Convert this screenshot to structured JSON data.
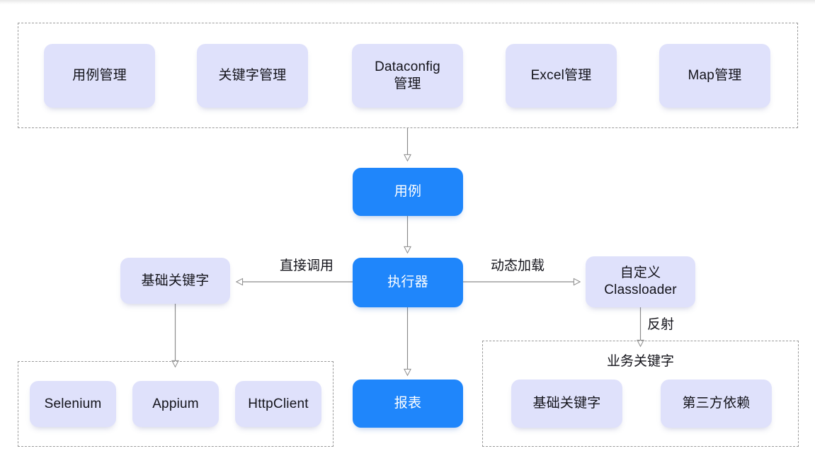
{
  "diagram": {
    "title_band": "",
    "colors": {
      "node_lavender_bg": "#dfe1fb",
      "node_blue_bg": "#1f86fb",
      "node_text_dark": "#13131a",
      "node_text_light": "#ffffff",
      "dashed_border": "#9a9a9a",
      "edge_line": "#8c8c8c",
      "page_bg": "#ffffff"
    },
    "groups": [
      {
        "id": "management-group",
        "label": ""
      },
      {
        "id": "driver-group",
        "label": ""
      },
      {
        "id": "business-keyword-group",
        "label": "业务关键字"
      }
    ],
    "management_nodes": [
      {
        "id": "case-management",
        "label": "用例管理"
      },
      {
        "id": "keyword-management",
        "label": "关键字管理"
      },
      {
        "id": "dataconfig-management",
        "label": "Dataconfig\n管理"
      },
      {
        "id": "excel-management",
        "label": "Excel管理"
      },
      {
        "id": "map-management",
        "label": "Map管理"
      }
    ],
    "core_nodes": [
      {
        "id": "case",
        "label": "用例"
      },
      {
        "id": "executor",
        "label": "执行器"
      },
      {
        "id": "report",
        "label": "报表"
      },
      {
        "id": "base-keyword",
        "label": "基础关键字"
      },
      {
        "id": "custom-classloader",
        "label": "自定义\nClassloader"
      }
    ],
    "driver_nodes": [
      {
        "id": "selenium",
        "label": "Selenium"
      },
      {
        "id": "appium",
        "label": "Appium"
      },
      {
        "id": "httpclient",
        "label": "HttpClient"
      }
    ],
    "business_nodes": [
      {
        "id": "base-keyword-2",
        "label": "基础关键字"
      },
      {
        "id": "third-party-dependency",
        "label": "第三方依赖"
      }
    ],
    "edge_labels": [
      {
        "id": "direct-call",
        "label": "直接调用"
      },
      {
        "id": "dynamic-load",
        "label": "动态加载"
      },
      {
        "id": "reflection",
        "label": "反射"
      }
    ]
  }
}
